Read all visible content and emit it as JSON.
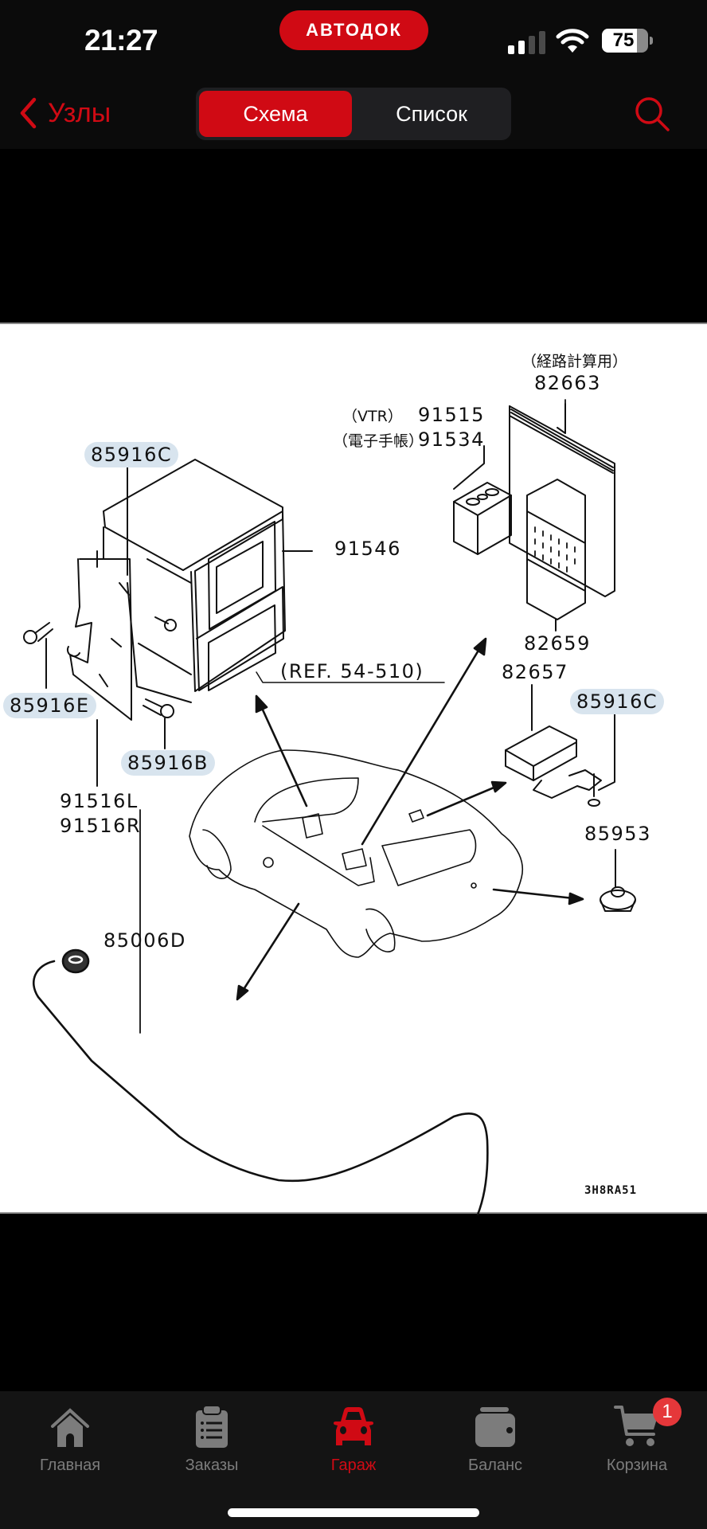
{
  "status_bar": {
    "time": "21:27",
    "brand": "АВТОДОК",
    "battery_percent": "75",
    "signal_bars_active": 2,
    "signal_bars_total": 4
  },
  "nav": {
    "back_label": "Узлы",
    "segments": [
      {
        "label": "Схема",
        "active": true
      },
      {
        "label": "Список",
        "active": false
      }
    ],
    "search_icon": "search-icon"
  },
  "diagram": {
    "drawing_code": "3H8RA51",
    "ref_note": "(REF. 54-510)",
    "parts": [
      {
        "id": "p1",
        "label": "85916C",
        "highlighted": true
      },
      {
        "id": "p2",
        "label": "91546",
        "highlighted": false
      },
      {
        "id": "p3",
        "label": "85916E",
        "highlighted": true
      },
      {
        "id": "p4",
        "label": "85916B",
        "highlighted": true
      },
      {
        "id": "p5",
        "label": "91516L",
        "highlighted": false
      },
      {
        "id": "p6",
        "label": "91516R",
        "highlighted": false
      },
      {
        "id": "p7",
        "label": "82663",
        "note": "（経路計算用）",
        "highlighted": false
      },
      {
        "id": "p8",
        "label": "91515",
        "note": "（VTR）",
        "highlighted": false
      },
      {
        "id": "p9",
        "label": "91534",
        "note": "（電子手帳）",
        "highlighted": false
      },
      {
        "id": "p10",
        "label": "82659",
        "highlighted": false
      },
      {
        "id": "p11",
        "label": "82657",
        "highlighted": false
      },
      {
        "id": "p12",
        "label": "85916C",
        "highlighted": true
      },
      {
        "id": "p13",
        "label": "85953",
        "highlighted": false
      },
      {
        "id": "p14",
        "label": "85006D",
        "highlighted": false
      }
    ]
  },
  "tab_bar": {
    "tabs": [
      {
        "label": "Главная",
        "icon": "home-icon",
        "active": false
      },
      {
        "label": "Заказы",
        "icon": "clipboard-list-icon",
        "active": false
      },
      {
        "label": "Гараж",
        "icon": "car-icon",
        "active": true
      },
      {
        "label": "Баланс",
        "icon": "wallet-icon",
        "active": false
      },
      {
        "label": "Корзина",
        "icon": "cart-icon",
        "active": false
      }
    ],
    "cart_badge": "1"
  },
  "colors": {
    "accent": "#d00a14",
    "inactive_tab": "#7c7c7c",
    "highlight_label_bg": "#d8e4ee",
    "badge": "#e5373a"
  }
}
